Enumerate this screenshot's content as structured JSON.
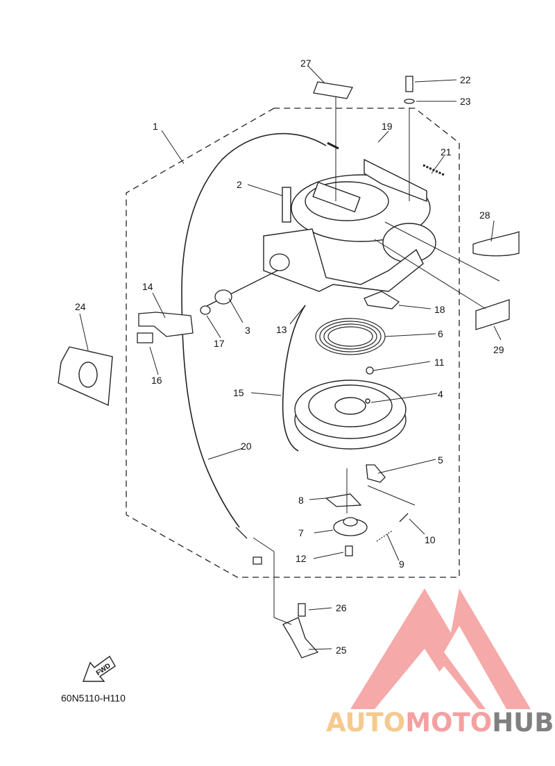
{
  "diagram": {
    "part_code": "60N5110-H110",
    "fwd_label": "FWD",
    "part_numbers": [
      "1",
      "2",
      "3",
      "4",
      "5",
      "6",
      "7",
      "8",
      "9",
      "10",
      "11",
      "12",
      "13",
      "14",
      "15",
      "16",
      "17",
      "18",
      "19",
      "20",
      "21",
      "22",
      "23",
      "24",
      "25",
      "26",
      "27",
      "28",
      "29"
    ]
  },
  "watermark": {
    "part1": "AUTO",
    "part2": "MOTO",
    "part3": "HUB",
    "colors": {
      "auto": "#f6c98f",
      "moto": "#f4a0a0",
      "hub": "#808080",
      "logo": "#f4a0a0"
    }
  }
}
